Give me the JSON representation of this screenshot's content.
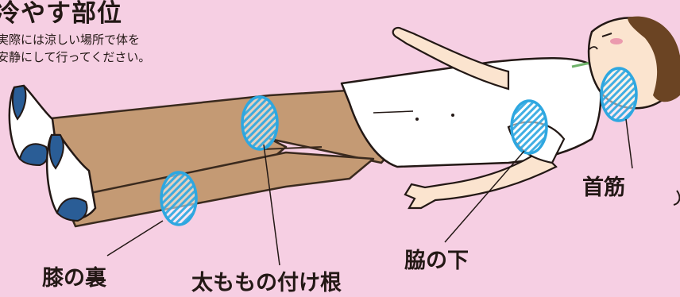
{
  "title": "冷やす部位",
  "note": {
    "line1": "実際には涼しい場所で体を",
    "line2": "安静にして行ってください。"
  },
  "labels": {
    "knee": "膝の裏",
    "thigh": "太ももの付け根",
    "armpit": "脇の下",
    "neck": "首筋"
  },
  "colors": {
    "background": "#f6cfe3",
    "pants": "#c49a74",
    "shirt": "#ffffff",
    "shoe": "#2a5d96",
    "marker": "#2ea7e0",
    "skin": "#fbe4cf",
    "hair": "#6b4423"
  }
}
